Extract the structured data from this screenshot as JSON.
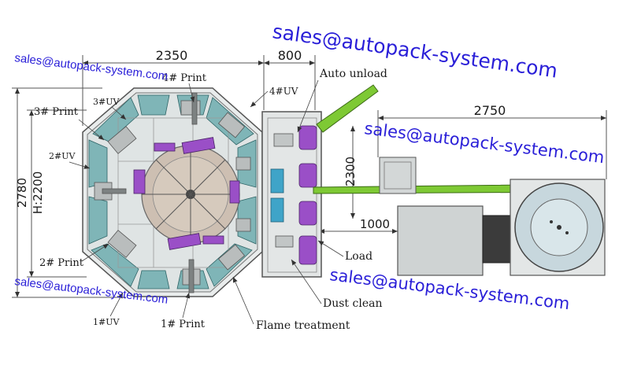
{
  "watermarks": {
    "top": "sales@autopack-system.com",
    "left_top": "sales@autopack-system.com",
    "middle": "sales@autopack-system.com",
    "left_bottom": "sales@autopack-system.com",
    "bottom": "sales@autopack-system.com"
  },
  "dimensions": {
    "width_main": "2350",
    "width_unload": "800",
    "width_feeder": "2750",
    "height_total": "2780",
    "height_inner": "H:2200",
    "height_conveyor": "2300",
    "offset_load": "1000"
  },
  "stations": {
    "print4": "4# Print",
    "uv4": "4#UV",
    "uv3": "3#UV",
    "print3": "3# Print",
    "uv2": "2#UV",
    "print2": "2# Print",
    "uv1": "1#UV",
    "print1": "1# Print"
  },
  "process_labels": {
    "auto_unload": "Auto unload",
    "load": "Load",
    "dust_clean": "Dust clean",
    "flame_treatment": "Flame treatment"
  },
  "colors": {
    "conveyor_green": "#7ec934",
    "station_purple": "#9a4fc7",
    "glass_teal": "#5fa6a8",
    "cup_blue": "#3fa4c8",
    "frame_gray": "#8c8c8c",
    "watermark_blue": "#2a1fd8"
  }
}
